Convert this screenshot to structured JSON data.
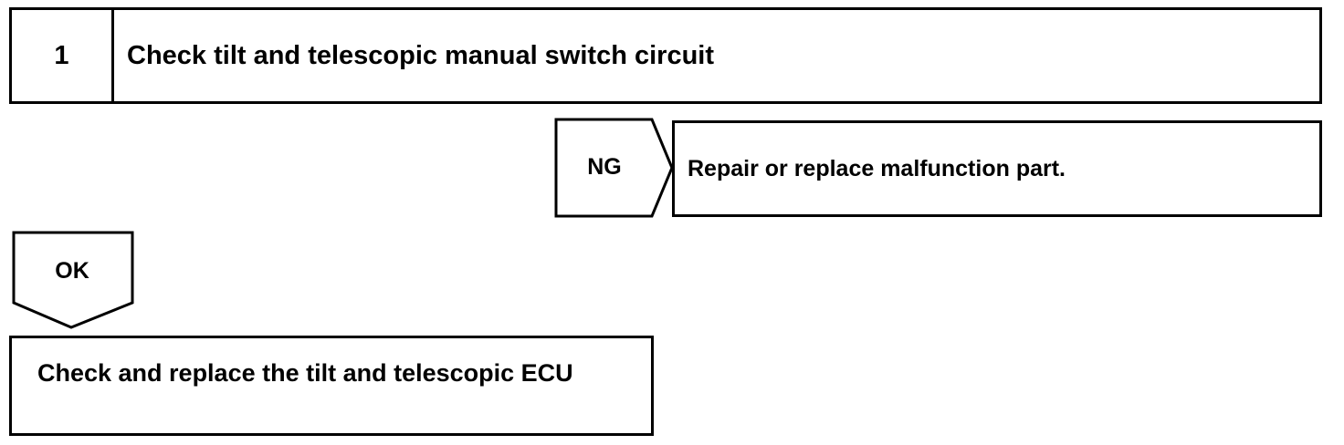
{
  "step": {
    "number": "1",
    "title": "Check tilt and telescopic manual switch circuit"
  },
  "ng_branch": {
    "label": "NG",
    "action": "Repair or replace malfunction part."
  },
  "ok_branch": {
    "label": "OK",
    "action": "Check and replace the tilt and telescopic ECU"
  }
}
